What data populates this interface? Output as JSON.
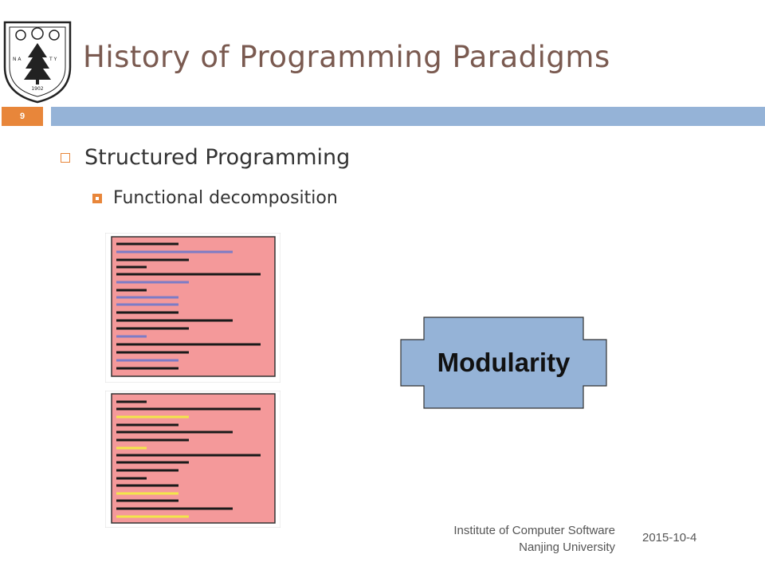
{
  "slide": {
    "title": "History of Programming Paradigms",
    "number": "9"
  },
  "content": {
    "bullet_level1": "Structured Programming",
    "bullet_level2": "Functional decomposition"
  },
  "diagram": {
    "label": "Modularity",
    "icon": "puzzle-piece-shape"
  },
  "footer": {
    "institute_line1": "Institute of Computer Software",
    "institute_line2": "Nanjing University",
    "date": "2015-10-4"
  },
  "logo": {
    "icon": "nanjing-university-seal",
    "text_year": "1902",
    "text_name": "NANJING UNIVERSITY"
  },
  "colors": {
    "title": "#7a5a50",
    "accent_orange": "#e8863a",
    "header_bar": "#95b3d7",
    "code_panel_bg": "#f4999a",
    "code_line_dark": "#1a1a1a",
    "code_line_blue": "#7c7cc6",
    "code_line_yellow": "#f2e64a"
  }
}
